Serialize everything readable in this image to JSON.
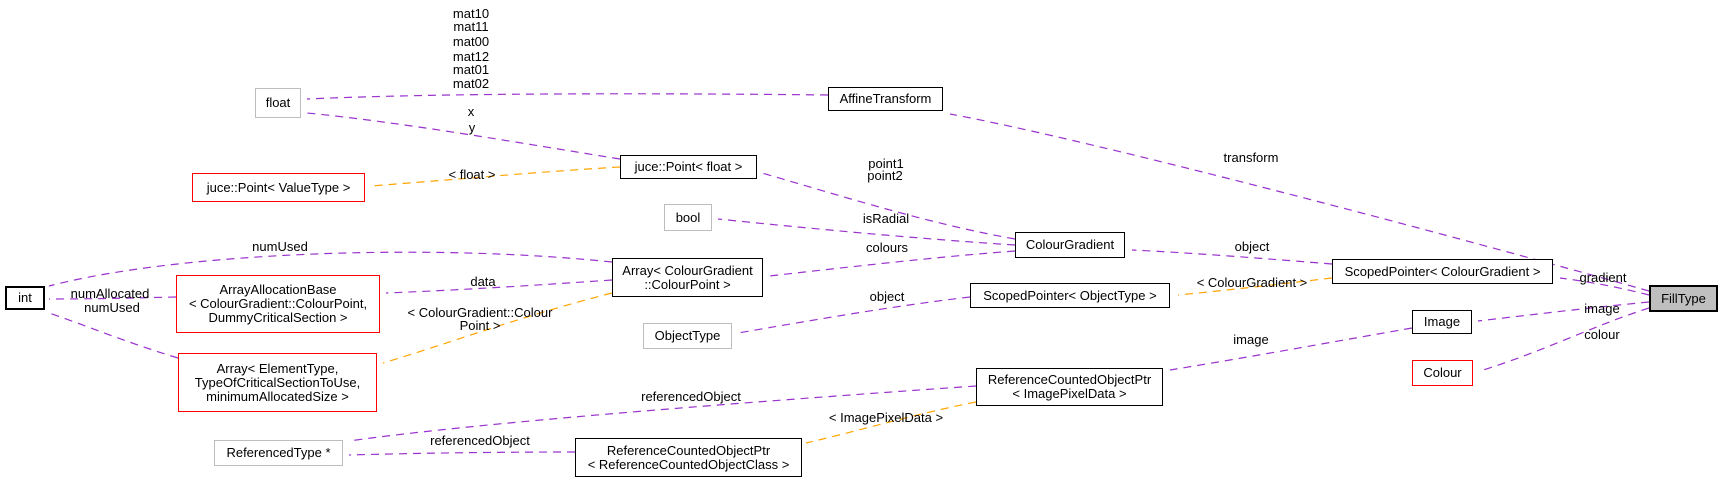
{
  "diagram_type": "collaboration-graph",
  "current_class": "FillType",
  "colors": {
    "usage_edge": "#9a32cd",
    "template_edge": "#ffa500",
    "class_border": "#000000",
    "plain_type_border": "#bdbdbd",
    "truncated_border": "#ff0000",
    "current_node_fill": "#bfbfbf",
    "background": "#ffffff"
  },
  "nodes": {
    "float": {
      "label": "float"
    },
    "juce_point_valuetype": {
      "label": "juce::Point< ValueType >"
    },
    "int": {
      "label": "int"
    },
    "array_allocation_base": {
      "line1": "ArrayAllocationBase",
      "line2": "< ColourGradient::ColourPoint,",
      "line3": "DummyCriticalSection >"
    },
    "array_element_type": {
      "line1": "Array< ElementType,",
      "line2": "TypeOfCriticalSectionToUse,",
      "line3": "minimumAllocatedSize >"
    },
    "referenced_type": {
      "label": "ReferencedType *"
    },
    "juce_point_float": {
      "label": "juce::Point< float >"
    },
    "bool": {
      "label": "bool"
    },
    "array_colour_point": {
      "line1": "Array< ColourGradient",
      "line2": "::ColourPoint >"
    },
    "object_type": {
      "label": "ObjectType"
    },
    "affine_transform": {
      "label": "AffineTransform"
    },
    "colour_gradient": {
      "label": "ColourGradient"
    },
    "scoped_pointer_object_type": {
      "label": "ScopedPointer< ObjectType >"
    },
    "rcop_image_pixel_data": {
      "line1": "ReferenceCountedObjectPtr",
      "line2": "< ImagePixelData >"
    },
    "rcop_reference_counted_object_class": {
      "line1": "ReferenceCountedObjectPtr",
      "line2": "< ReferenceCountedObjectClass >"
    },
    "scoped_pointer_colour_gradient": {
      "label": "ScopedPointer< ColourGradient >"
    },
    "image": {
      "label": "Image"
    },
    "colour": {
      "label": "Colour"
    },
    "fill_type": {
      "label": "FillType"
    }
  },
  "edge_labels": {
    "mat10": "mat10",
    "mat11": "mat11",
    "mat00": "mat00",
    "mat12": "mat12",
    "mat01": "mat01",
    "mat02": "mat02",
    "x": "x",
    "y": "y",
    "float_instance": "< float >",
    "point1": "point1",
    "point2": "point2",
    "is_radial": "isRadial",
    "colours": "colours",
    "num_used_top": "numUsed",
    "data": "data",
    "num_allocated": "numAllocated",
    "num_used_bottom": "numUsed",
    "colour_point_instance_line1": "< ColourGradient::Colour",
    "colour_point_instance_line2": "Point >",
    "object_gradient": "object",
    "object_scoped": "object",
    "transform": "transform",
    "gradient": "gradient",
    "image_fill": "image",
    "colour_fill": "colour",
    "colour_gradient_instance": "< ColourGradient >",
    "image_member": "image",
    "image_pixel_data_instance": "< ImagePixelData >",
    "referenced_object_image": "referencedObject",
    "referenced_object_class": "referencedObject"
  },
  "edges": [
    {
      "from": "AffineTransform",
      "to": "float",
      "labels": [
        "mat10",
        "mat11",
        "mat00",
        "mat12",
        "mat01",
        "mat02"
      ],
      "kind": "usage"
    },
    {
      "from": "juce::Point< float >",
      "to": "float",
      "labels": [
        "x",
        "y"
      ],
      "kind": "usage"
    },
    {
      "from": "juce::Point< float >",
      "to": "juce::Point< ValueType >",
      "labels": [
        "< float >"
      ],
      "kind": "template"
    },
    {
      "from": "ColourGradient",
      "to": "juce::Point< float >",
      "labels": [
        "point1",
        "point2"
      ],
      "kind": "usage"
    },
    {
      "from": "ColourGradient",
      "to": "bool",
      "labels": [
        "isRadial"
      ],
      "kind": "usage"
    },
    {
      "from": "ColourGradient",
      "to": "Array< ColourGradient::ColourPoint >",
      "labels": [
        "colours"
      ],
      "kind": "usage"
    },
    {
      "from": "Array< ColourGradient::ColourPoint >",
      "to": "int",
      "labels": [
        "numUsed"
      ],
      "kind": "usage"
    },
    {
      "from": "Array< ColourGradient::ColourPoint >",
      "to": "ArrayAllocationBase< ColourGradient::ColourPoint, DummyCriticalSection >",
      "labels": [
        "data"
      ],
      "kind": "usage"
    },
    {
      "from": "Array< ColourGradient::ColourPoint >",
      "to": "Array< ElementType, TypeOfCriticalSectionToUse, minimumAllocatedSize >",
      "labels": [
        "< ColourGradient::ColourPoint >"
      ],
      "kind": "template"
    },
    {
      "from": "ArrayAllocationBase< ColourGradient::ColourPoint, DummyCriticalSection >",
      "to": "int",
      "labels": [
        "numAllocated"
      ],
      "kind": "usage"
    },
    {
      "from": "Array< ElementType, TypeOfCriticalSectionToUse, minimumAllocatedSize >",
      "to": "int",
      "labels": [
        "numUsed"
      ],
      "kind": "usage"
    },
    {
      "from": "ScopedPointer< ColourGradient >",
      "to": "ColourGradient",
      "labels": [
        "object"
      ],
      "kind": "usage"
    },
    {
      "from": "ScopedPointer< ColourGradient >",
      "to": "ScopedPointer< ObjectType >",
      "labels": [
        "< ColourGradient >"
      ],
      "kind": "template"
    },
    {
      "from": "ScopedPointer< ObjectType >",
      "to": "ObjectType",
      "labels": [
        "object"
      ],
      "kind": "usage"
    },
    {
      "from": "FillType",
      "to": "AffineTransform",
      "labels": [
        "transform"
      ],
      "kind": "usage"
    },
    {
      "from": "FillType",
      "to": "ScopedPointer< ColourGradient >",
      "labels": [
        "gradient"
      ],
      "kind": "usage"
    },
    {
      "from": "FillType",
      "to": "Image",
      "labels": [
        "image"
      ],
      "kind": "usage"
    },
    {
      "from": "FillType",
      "to": "Colour",
      "labels": [
        "colour"
      ],
      "kind": "usage"
    },
    {
      "from": "Image",
      "to": "ReferenceCountedObjectPtr< ImagePixelData >",
      "labels": [
        "image"
      ],
      "kind": "usage"
    },
    {
      "from": "ReferenceCountedObjectPtr< ImagePixelData >",
      "to": "ReferencedType *",
      "labels": [
        "referencedObject"
      ],
      "kind": "usage"
    },
    {
      "from": "ReferenceCountedObjectPtr< ImagePixelData >",
      "to": "ReferenceCountedObjectPtr< ReferenceCountedObjectClass >",
      "labels": [
        "< ImagePixelData >"
      ],
      "kind": "template"
    },
    {
      "from": "ReferenceCountedObjectPtr< ReferenceCountedObjectClass >",
      "to": "ReferencedType *",
      "labels": [
        "referencedObject"
      ],
      "kind": "usage"
    }
  ]
}
